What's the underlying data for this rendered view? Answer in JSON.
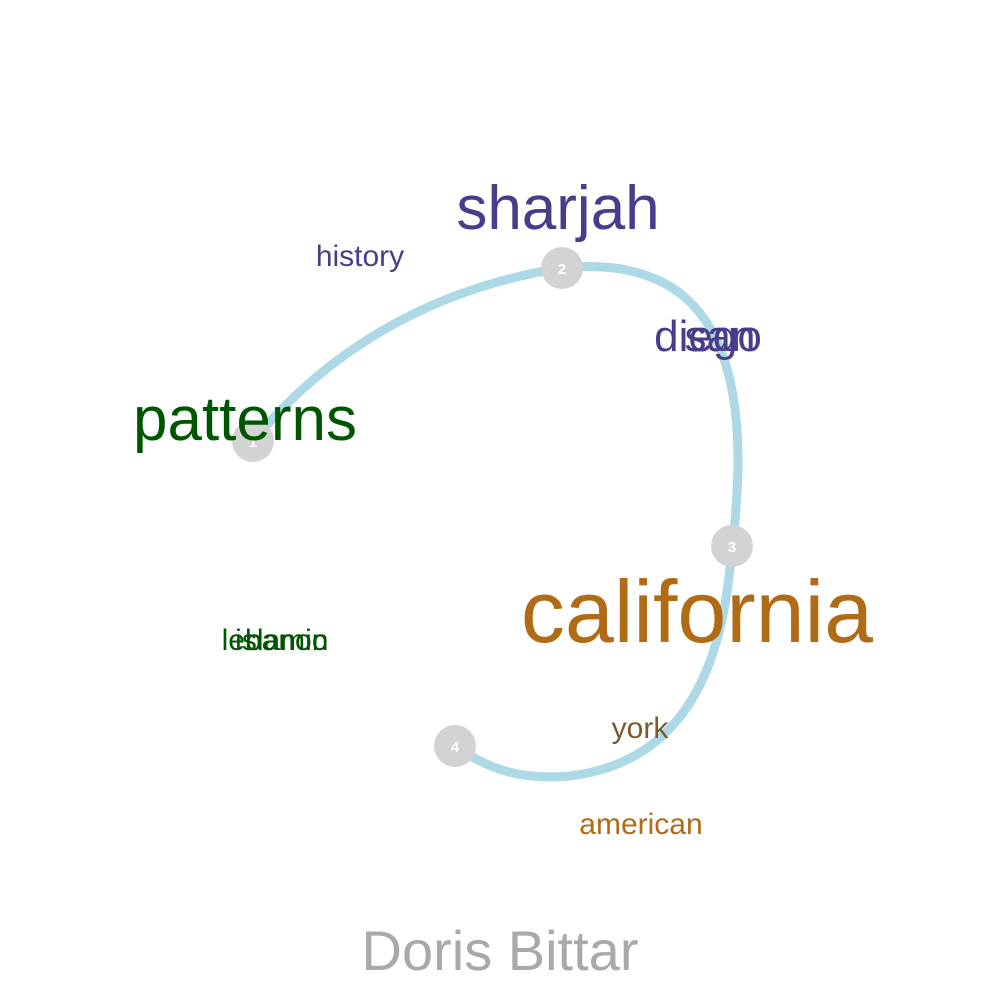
{
  "author": "Doris Bittar",
  "colors": {
    "path": "#add8e6",
    "node": "#d3d3d3",
    "node_label": "#ffffff",
    "purple": "#483d8b",
    "green": "#005500",
    "orange": "#b06b14",
    "brown": "#7a5a2c",
    "author": "#a9a9a9"
  },
  "nodes": [
    {
      "label": "1"
    },
    {
      "label": "2"
    },
    {
      "label": "3"
    },
    {
      "label": "4"
    }
  ],
  "words": [
    {
      "text": "sharjah",
      "color": "purple"
    },
    {
      "text": "history",
      "color": "purple"
    },
    {
      "text": "diego",
      "color": "purple"
    },
    {
      "text": "san",
      "color": "purple"
    },
    {
      "text": "patterns",
      "color": "green"
    },
    {
      "text": "lebanon",
      "color": "green"
    },
    {
      "text": "islamic",
      "color": "green"
    },
    {
      "text": "california",
      "color": "orange"
    },
    {
      "text": "york",
      "color": "brown"
    },
    {
      "text": "american",
      "color": "orange"
    }
  ]
}
